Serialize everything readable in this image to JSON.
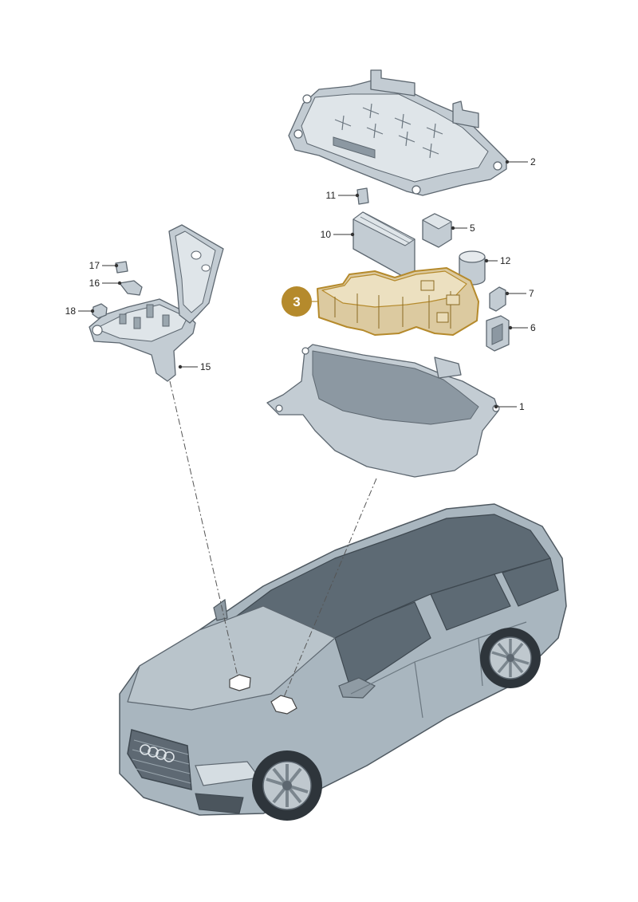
{
  "colors": {
    "part_fill": "#c3ccd3",
    "part_dark": "#8c98a2",
    "part_stroke": "#5d6770",
    "highlight_fill": "#dccaa0",
    "highlight_stroke": "#b58a2c",
    "badge": "#b58a2c",
    "car_body": "#a9b6bf",
    "car_glass": "#5d6a74",
    "leader": "#333333"
  },
  "highlighted_part": {
    "label": "3",
    "icon": "fuse-relay-carrier-icon"
  },
  "callouts": [
    {
      "label": "1",
      "icon": "fuse-box-housing-icon"
    },
    {
      "label": "2",
      "icon": "fuse-box-cover-icon"
    },
    {
      "label": "5",
      "icon": "relay-icon"
    },
    {
      "label": "6",
      "icon": "bracket-icon"
    },
    {
      "label": "7",
      "icon": "fuse-icon"
    },
    {
      "label": "10",
      "icon": "fuse-strip-icon"
    },
    {
      "label": "11",
      "icon": "mini-fuse-icon"
    },
    {
      "label": "12",
      "icon": "cylindrical-relay-icon"
    },
    {
      "label": "15",
      "icon": "battery-terminal-carrier-icon"
    },
    {
      "label": "16",
      "icon": "washer-icon"
    },
    {
      "label": "17",
      "icon": "nut-icon"
    },
    {
      "label": "18",
      "icon": "hex-nut-icon"
    }
  ],
  "car": {
    "icon": "car-sedan-icon"
  }
}
